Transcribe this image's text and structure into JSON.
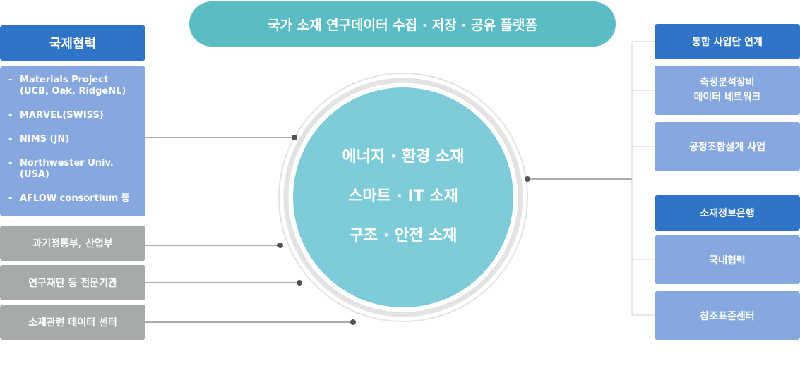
{
  "title": "국가 소재 연구데이터 수집 · 저장 · 공유 플랫폼",
  "left": {
    "international_header": "국제협력",
    "international_items": [
      "Materials Project\n(UCB, Oak, RidgeNL)",
      "MARVEL(SWISS)",
      "NIMS (JN)",
      "Northwester Univ.\n(USA)",
      "AFLOW consortium 등"
    ],
    "partners": [
      "과기정통부, 산업부",
      "연구재단 등 전문기관",
      "소재관련 데이터 센터"
    ]
  },
  "center": {
    "items": [
      "에너지 · 환경 소재",
      "스마트 · IT 소재",
      "구조 · 안전 소재"
    ]
  },
  "right": {
    "group1_header": "통합 사업단 연계",
    "group1_items": [
      "측정분석장비\n데이터 네트워크",
      "공정조합설계 사업"
    ],
    "group2_header": "소재정보은행",
    "group2_items": [
      "국내협력",
      "참조표준센터"
    ]
  },
  "colors": {
    "title": "#5bbcc4",
    "dark_blue": "#2f74c7",
    "light_blue": "#86a8df",
    "gray": "#a7aaab",
    "circle": "#7ecbd9",
    "ring": "#e3e3e3"
  }
}
